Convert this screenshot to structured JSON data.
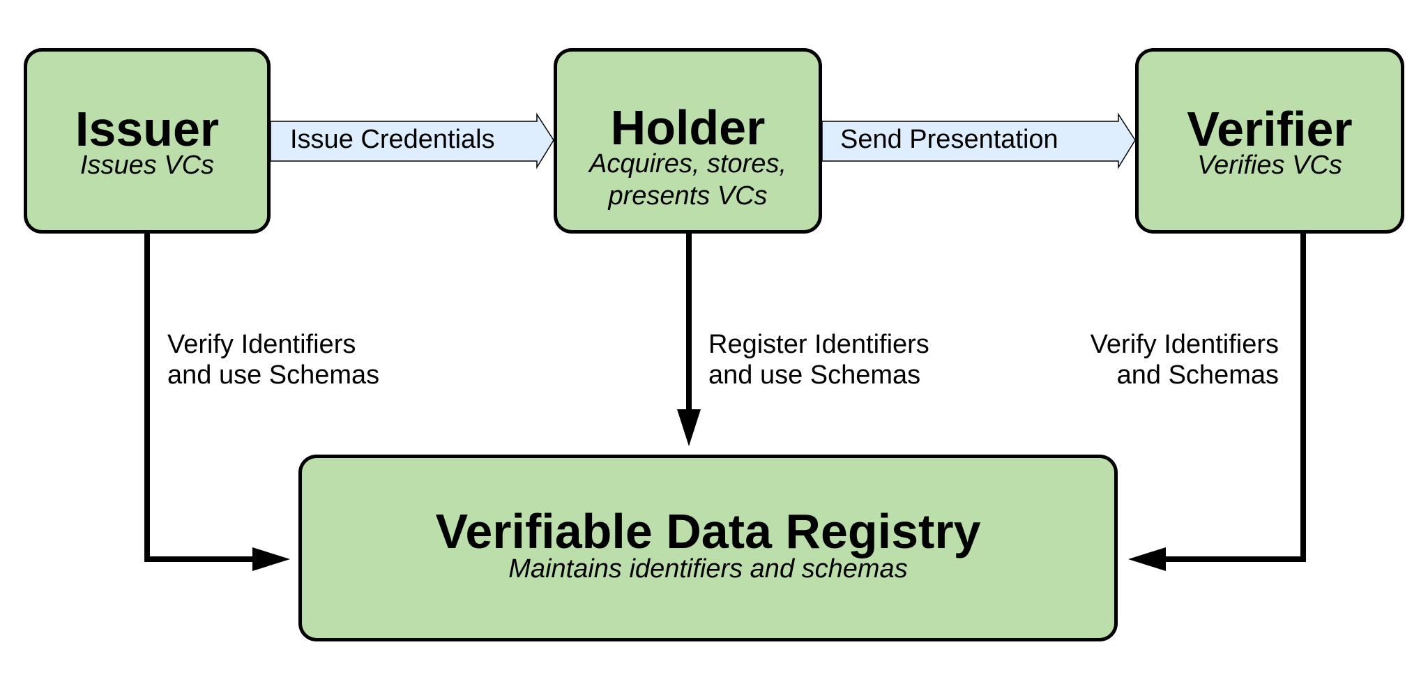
{
  "nodes": {
    "issuer": {
      "title": "Issuer",
      "subtitle": "Issues VCs"
    },
    "holder": {
      "title": "Holder",
      "subtitle": "Acquires, stores,\npresents VCs"
    },
    "verifier": {
      "title": "Verifier",
      "subtitle": "Verifies VCs"
    },
    "registry": {
      "title": "Verifiable Data Registry",
      "subtitle": "Maintains identifiers and schemas"
    }
  },
  "edges": {
    "issuer_to_holder": "Issue Credentials",
    "holder_to_verifier": "Send Presentation",
    "issuer_to_registry": "Verify Identifiers\nand use Schemas",
    "holder_to_registry": "Register Identifiers\nand use Schemas",
    "verifier_to_registry": "Verify Identifiers\nand Schemas"
  },
  "colors": {
    "node_fill": "#bcdeab",
    "node_border": "#000000",
    "flow_arrow_fill": "#deeeff",
    "connector": "#000000"
  }
}
